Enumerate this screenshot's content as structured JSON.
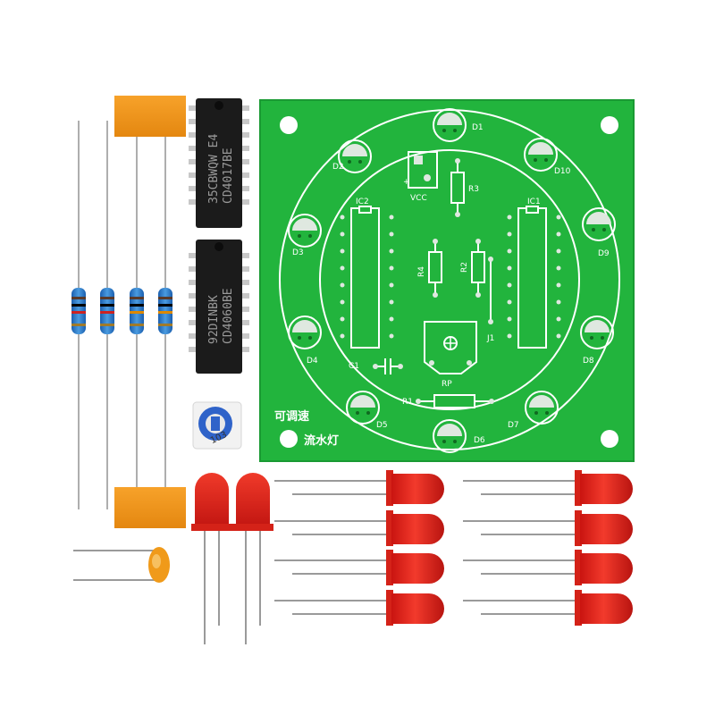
{
  "board": {
    "title_line1": "可调速",
    "title_line2": "流水灯",
    "leds": [
      "D1",
      "D2",
      "D3",
      "D4",
      "D5",
      "D6",
      "D7",
      "D8",
      "D9",
      "D10"
    ],
    "labels": {
      "ic1": "IC1",
      "ic2": "IC2",
      "r1": "R1",
      "r2": "R2",
      "r3": "R3",
      "r4": "R4",
      "c1": "C1",
      "rp": "RP",
      "j1": "J1",
      "vcc": "VCC",
      "plus": "+"
    },
    "colors": {
      "pcb": "#1fb23a",
      "silk": "#ffffff",
      "pad": "#dfe8e0"
    }
  },
  "chips": {
    "chip1_line1": "35CBWQW E4",
    "chip1_line2": "CD4017BE",
    "chip2_line1": "92DINBK",
    "chip2_line2": "CD4060BE"
  },
  "trimmer": {
    "code": "103"
  },
  "led_color": "#e8261f",
  "capacitor_color": "#f49a1c"
}
